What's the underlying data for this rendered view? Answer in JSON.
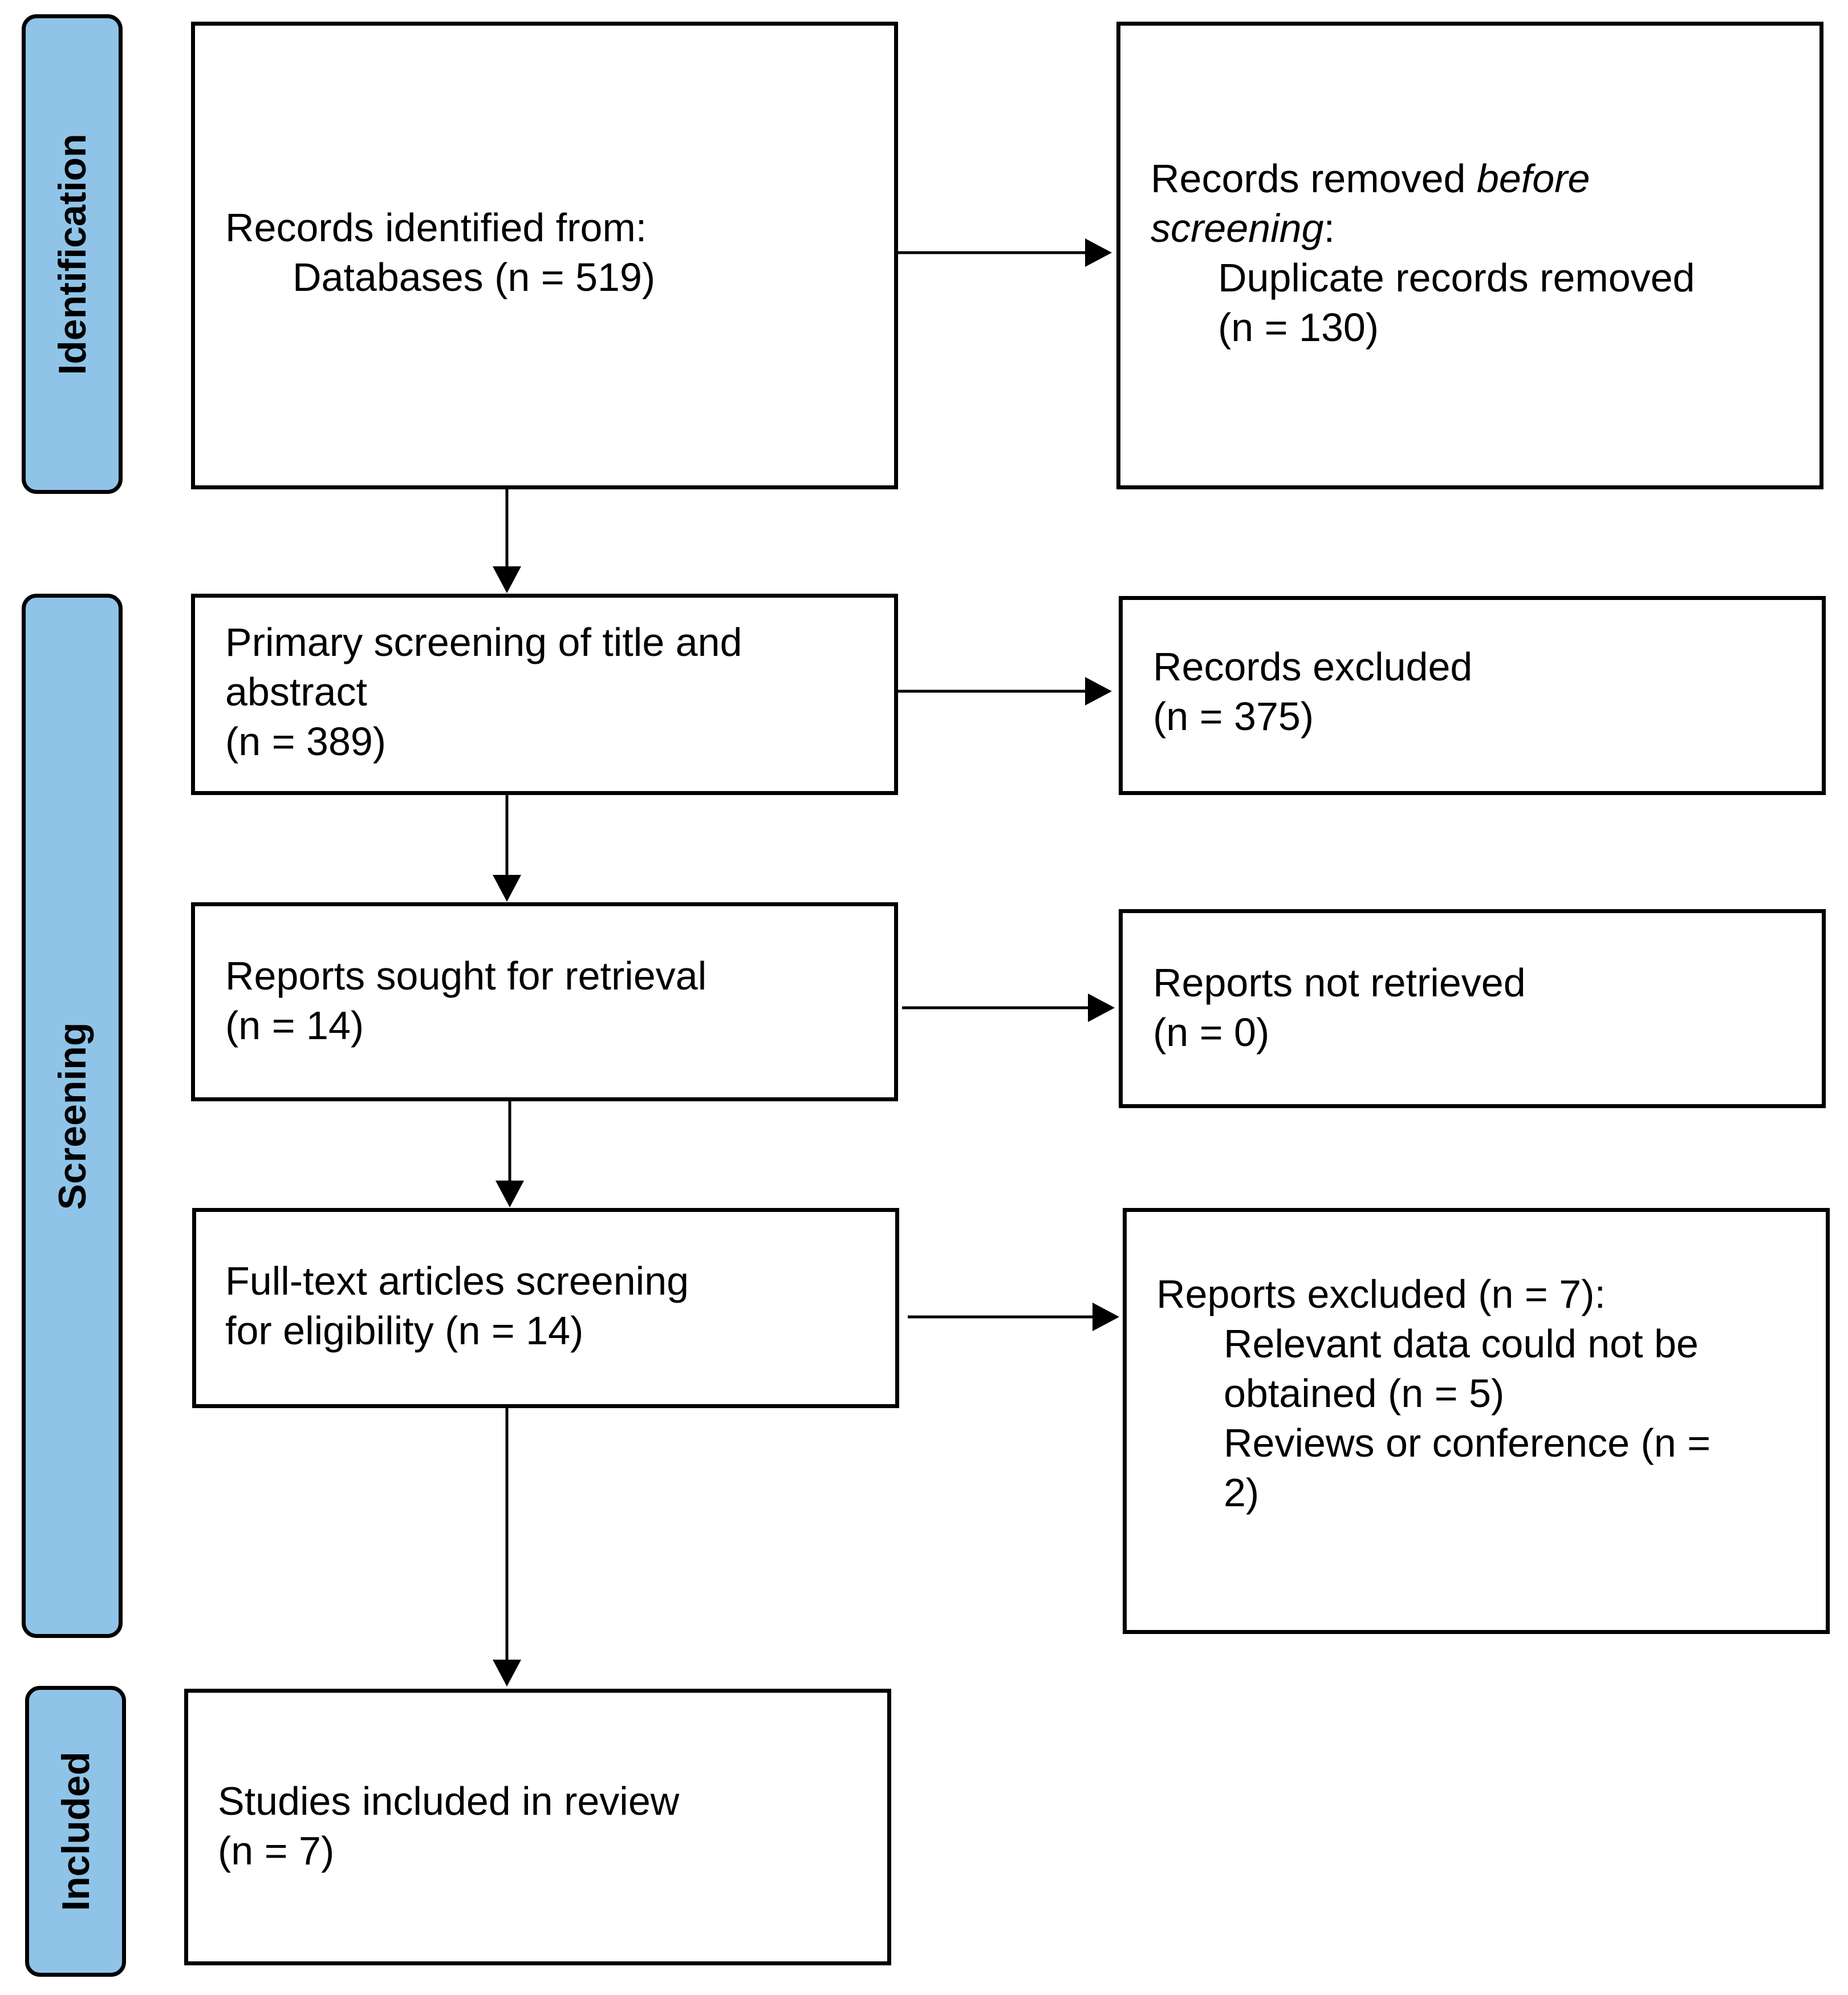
{
  "phases": {
    "identification": "Identification",
    "screening": "Screening",
    "included": "Included"
  },
  "boxes": {
    "records_identified": {
      "line1": "Records identified from:",
      "line2": "Databases (n = 519)"
    },
    "records_removed": {
      "line1_plain": "Records removed ",
      "line1_italic": "before",
      "line2_italic": "screening",
      "line2_plain": ":",
      "line3": "Duplicate records removed",
      "line4": "(n = 130)"
    },
    "primary_screening": {
      "line1": "Primary screening of title and",
      "line2": "abstract",
      "line3": "(n = 389)"
    },
    "records_excluded": {
      "line1": "Records excluded",
      "line2": "(n = 375)"
    },
    "reports_sought": {
      "line1": "Reports sought for retrieval",
      "line2": "(n = 14)"
    },
    "reports_not_retrieved": {
      "line1": "Reports not retrieved",
      "line2": "(n = 0)"
    },
    "fulltext_screening": {
      "line1": "Full-text articles screening",
      "line2": "for eligibility (n = 14)"
    },
    "reports_excluded": {
      "line1": "Reports excluded (n = 7):",
      "line2": "Relevant data could not be",
      "line3": "obtained (n = 5)",
      "line4": "Reviews or conference (n =",
      "line5": "2)"
    },
    "studies_included": {
      "line1": "Studies included in review",
      "line2": "(n = 7)"
    }
  }
}
